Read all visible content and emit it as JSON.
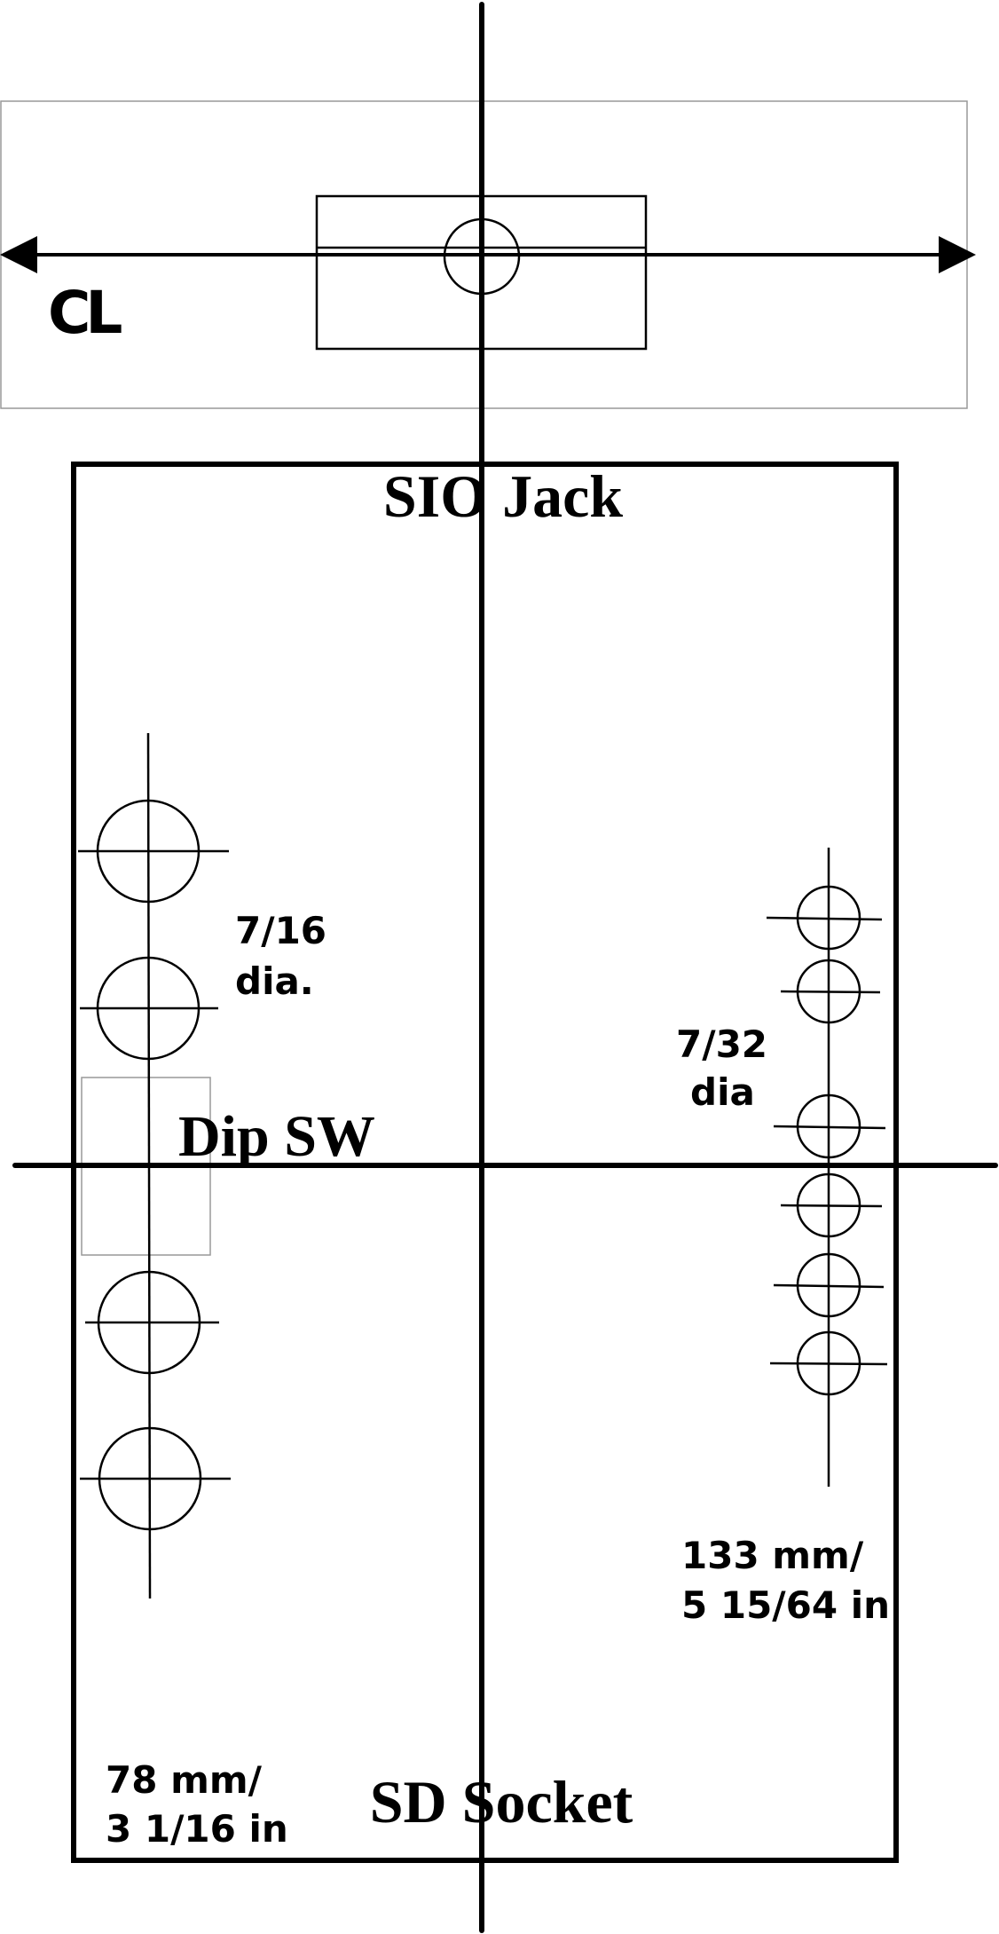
{
  "labels": {
    "centerline": "CL",
    "sio_jack": "SIO Jack",
    "dip_sw": "Dip SW",
    "large_hole_size": "7/16",
    "large_hole_dia": "dia.",
    "small_hole_size": "7/32",
    "small_hole_dia": "dia",
    "height_mm": "133 mm/",
    "height_in": "5 15/64 in",
    "width_mm": "78 mm/",
    "width_in": "3 1/16 in",
    "sd_socket": "SD Socket"
  },
  "colors": {
    "line": "#000000",
    "guide_box": "#999999"
  }
}
